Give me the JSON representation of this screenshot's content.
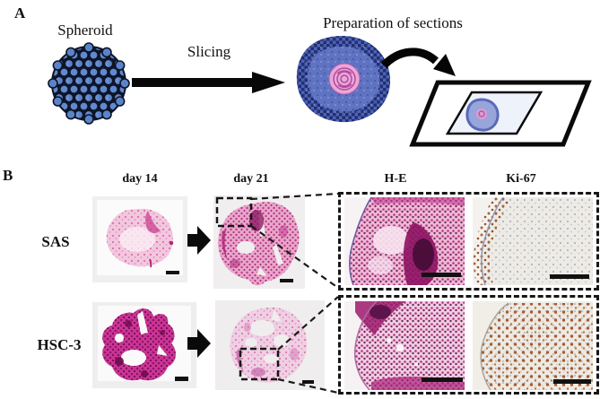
{
  "figure": {
    "panel_a": {
      "label": "A",
      "spheroid_caption": "Spheroid",
      "arrow_caption": "Slicing",
      "sections_caption": "Preparation of sections"
    },
    "panel_b": {
      "label": "B",
      "columns": [
        "day 14",
        "day 21",
        "H-E",
        "Ki-67"
      ],
      "rows": [
        {
          "label": "SAS"
        },
        {
          "label": "HSC-3"
        }
      ]
    },
    "colors": {
      "he_stain_pink": "#c2368c",
      "he_stain_dark": "#4a0e40",
      "ki67_brown": "#9c4f22",
      "nuclei_blue": "#8e9bc0",
      "spheroid_blue": "#6189cf"
    }
  }
}
